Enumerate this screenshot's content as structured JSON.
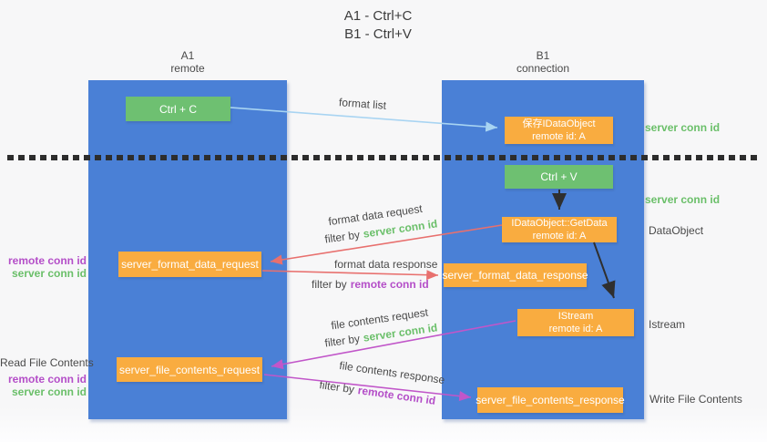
{
  "title": {
    "line1": "A1 - Ctrl+C",
    "line2": "B1 - Ctrl+V"
  },
  "lanes": {
    "left": {
      "name": "A1",
      "role": "remote"
    },
    "right": {
      "name": "B1",
      "role": "connection"
    }
  },
  "nodes": {
    "ctrl_c": {
      "label": "Ctrl + C"
    },
    "ctrl_v": {
      "label": "Ctrl + V"
    },
    "save_idataobject": {
      "line1": "保存IDataObject",
      "line2": "remote id: A"
    },
    "idataobject_getdata": {
      "line1": "IDataObject::GetData",
      "line2": "remote id: A"
    },
    "istream": {
      "line1": "IStream",
      "line2": "remote id: A"
    },
    "server_format_data_request": {
      "label": "server_format_data_request"
    },
    "server_format_data_response": {
      "label": "server_format_data_response"
    },
    "server_file_contents_request": {
      "label": "server_file_contents_request"
    },
    "server_file_contents_response": {
      "label": "server_file_contents_response"
    }
  },
  "side_labels": {
    "server_conn_id_top": "server conn id",
    "server_conn_id_mid": "server conn id",
    "dataobject": "DataObject",
    "istream": "Istream",
    "write_file_contents": "Write File Contents",
    "read_file_contents": "Read File Contents",
    "remote_conn_id_upper": "remote conn id",
    "server_conn_id_upper": "server conn id",
    "remote_conn_id_lower": "remote conn id",
    "server_conn_id_lower": "server conn id"
  },
  "edge_labels": {
    "format_list": "format list",
    "format_data_request": "format data request",
    "format_data_response": "format data response",
    "file_contents_request": "file contents request",
    "file_contents_response": "file contents response",
    "filter_by": "filter by",
    "server_conn_id": "server conn id",
    "remote_conn_id": "remote conn id"
  },
  "colors": {
    "lane_blue": "#4A80D6",
    "box_orange": "#F9AC40",
    "box_green": "#6EC071",
    "arrow_red": "#E8706E",
    "arrow_magenta": "#C156C9",
    "arrow_light_blue": "#A8D4F2",
    "arrow_black": "#2F2F2F",
    "label_green": "#6ABF69",
    "label_magenta": "#B44EC8",
    "label_gray": "#4A4A4A"
  }
}
